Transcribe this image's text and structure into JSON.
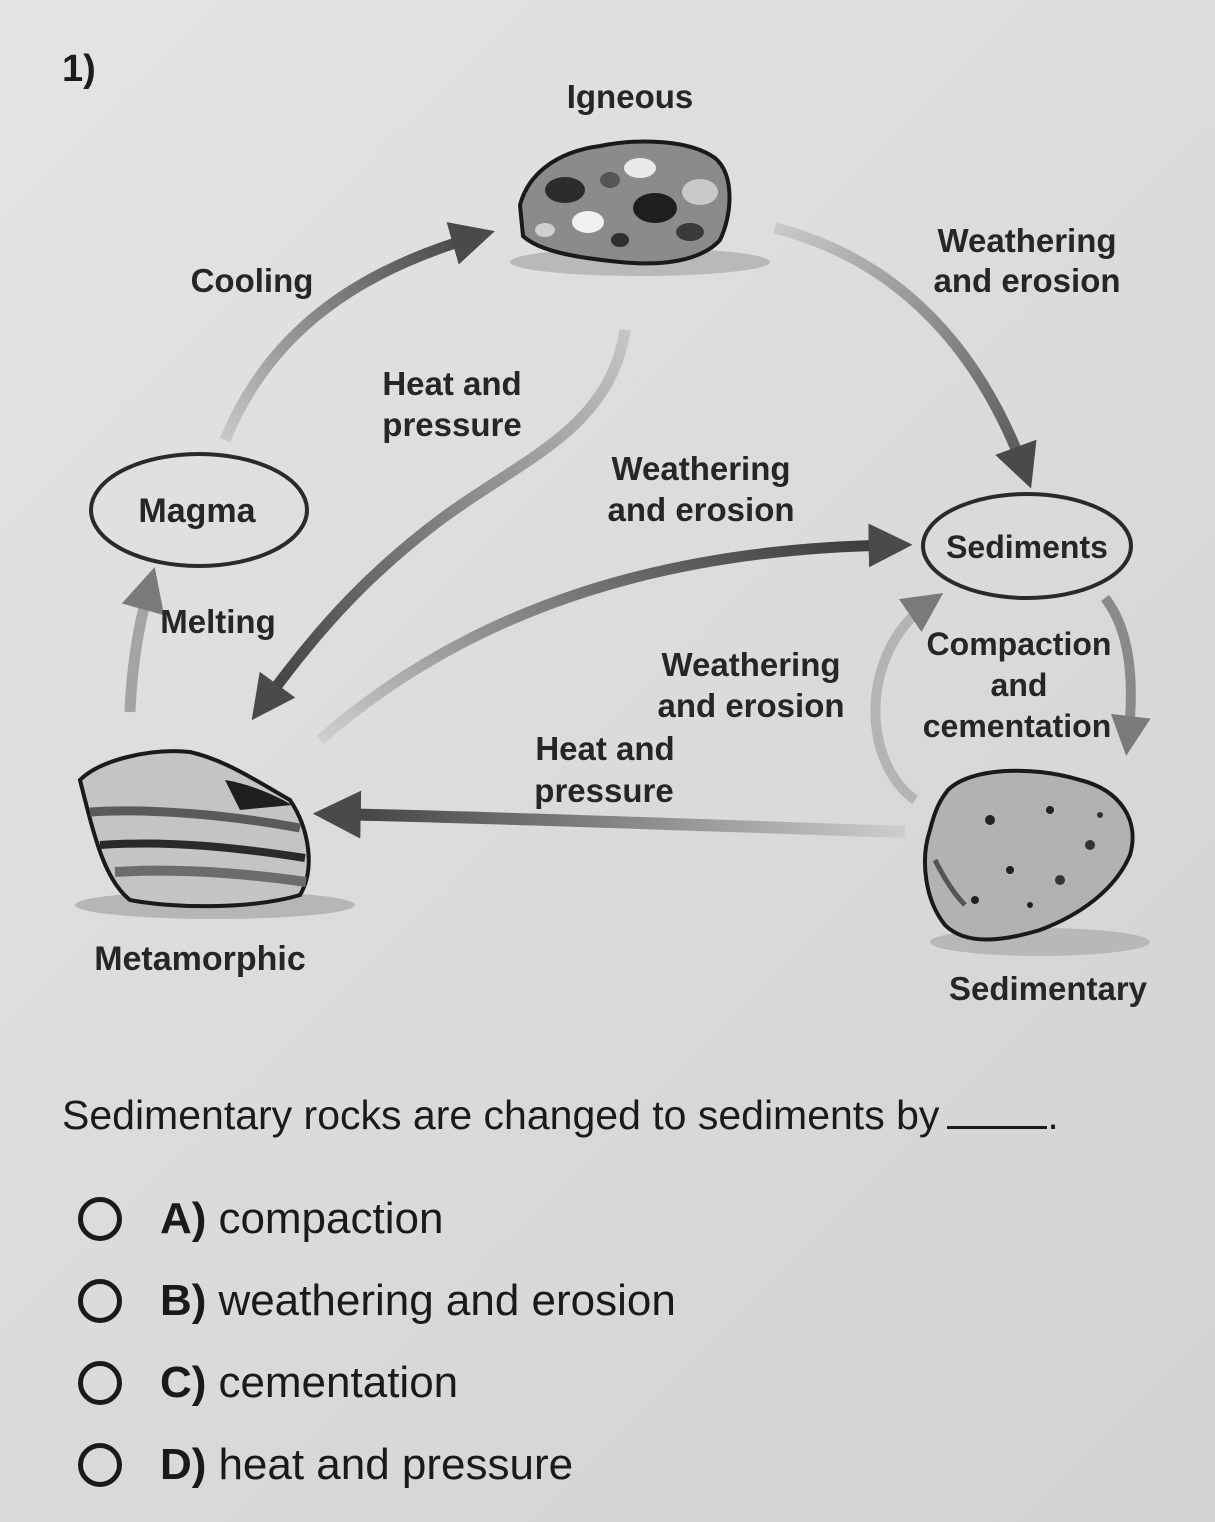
{
  "question_number": "1)",
  "diagram": {
    "nodes": {
      "igneous": "Igneous",
      "magma": "Magma",
      "sediments": "Sediments",
      "metamorphic": "Metamorphic",
      "sedimentary": "Sedimentary"
    },
    "processes": {
      "cooling": "Cooling",
      "melting": "Melting",
      "weathering_top_right": [
        "Weathering",
        "and erosion"
      ],
      "heat_pressure_upper": [
        "Heat and",
        "pressure"
      ],
      "weathering_center": [
        "Weathering",
        "and erosion"
      ],
      "weathering_lower": [
        "Weathering",
        "and erosion"
      ],
      "heat_pressure_lower": [
        "Heat and",
        "pressure"
      ],
      "compaction": [
        "Compaction",
        "and",
        "cementation"
      ]
    }
  },
  "question": {
    "prompt": "Sedimentary rocks are changed to sediments by",
    "choices": [
      {
        "letter": "A)",
        "text": "compaction"
      },
      {
        "letter": "B)",
        "text": "weathering and erosion"
      },
      {
        "letter": "C)",
        "text": "cementation"
      },
      {
        "letter": "D)",
        "text": "heat and pressure"
      }
    ]
  }
}
